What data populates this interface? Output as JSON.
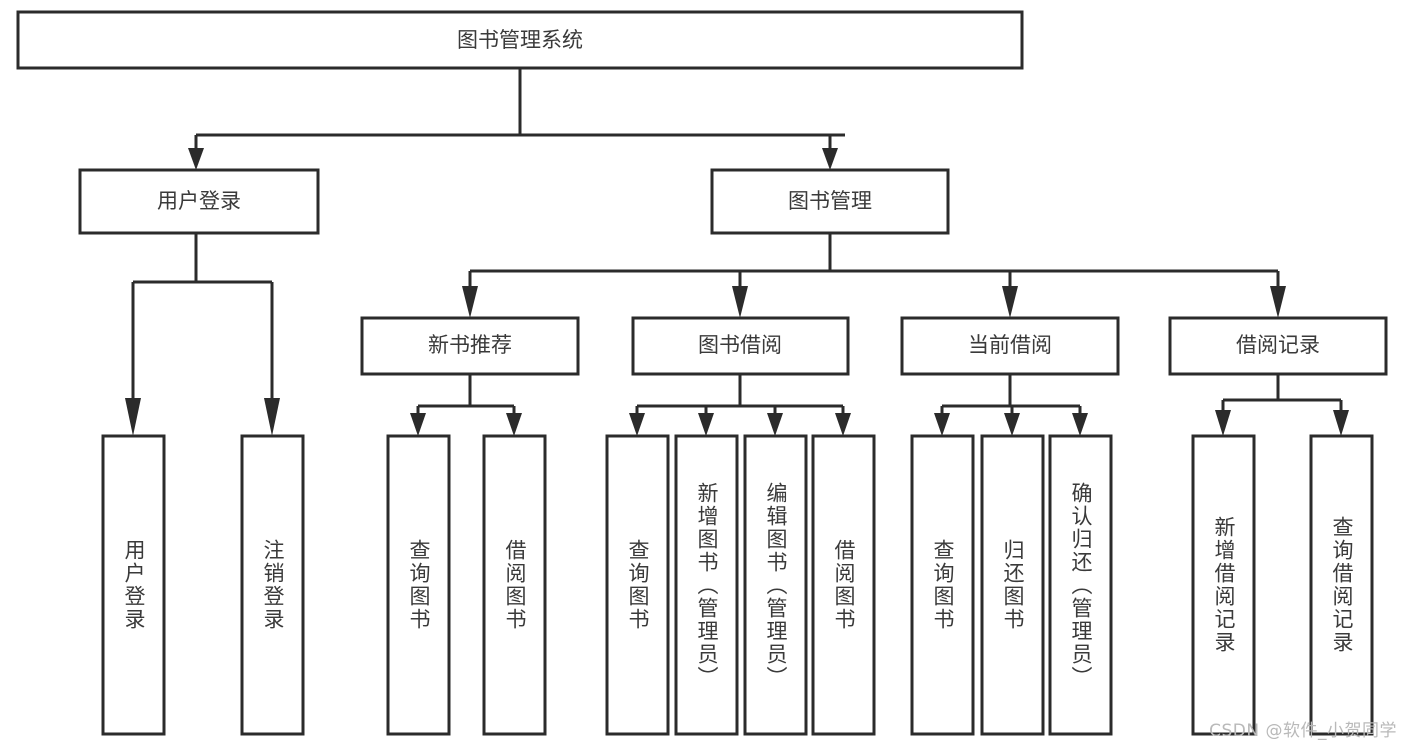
{
  "diagram": {
    "title": "图书管理系统",
    "watermark": "CSDN @软件_小贺同学",
    "colors": {
      "stroke": "#2b2b2b",
      "fill": "#ffffff",
      "text": "#3a3a3a",
      "background": "#ffffff",
      "watermark": "#b9b9b9"
    },
    "root": {
      "label": "图书管理系统",
      "orientation": "horizontal"
    },
    "level1": [
      {
        "label": "用户登录",
        "orientation": "horizontal"
      },
      {
        "label": "图书管理",
        "orientation": "horizontal"
      }
    ],
    "level2": [
      {
        "label": "新书推荐",
        "orientation": "horizontal",
        "parent": "图书管理"
      },
      {
        "label": "图书借阅",
        "orientation": "horizontal",
        "parent": "图书管理"
      },
      {
        "label": "当前借阅",
        "orientation": "horizontal",
        "parent": "图书管理"
      },
      {
        "label": "借阅记录",
        "orientation": "horizontal",
        "parent": "图书管理"
      }
    ],
    "leaves": {
      "user_login": [
        {
          "label": "用户登录",
          "orientation": "vertical"
        },
        {
          "label": "注销登录",
          "orientation": "vertical"
        }
      ],
      "new_book_recommend": [
        {
          "label": "查询图书",
          "orientation": "vertical"
        },
        {
          "label": "借阅图书",
          "orientation": "vertical"
        }
      ],
      "book_borrow": [
        {
          "label": "查询图书",
          "orientation": "vertical"
        },
        {
          "label": "新增图书（管理员）",
          "orientation": "vertical"
        },
        {
          "label": "编辑图书（管理员）",
          "orientation": "vertical"
        },
        {
          "label": "借阅图书",
          "orientation": "vertical"
        }
      ],
      "current_borrow": [
        {
          "label": "查询图书",
          "orientation": "vertical"
        },
        {
          "label": "归还图书",
          "orientation": "vertical"
        },
        {
          "label": "确认归还（管理员）",
          "orientation": "vertical"
        }
      ],
      "borrow_record": [
        {
          "label": "新增借阅记录",
          "orientation": "vertical"
        },
        {
          "label": "查询借阅记录",
          "orientation": "vertical"
        }
      ]
    }
  }
}
